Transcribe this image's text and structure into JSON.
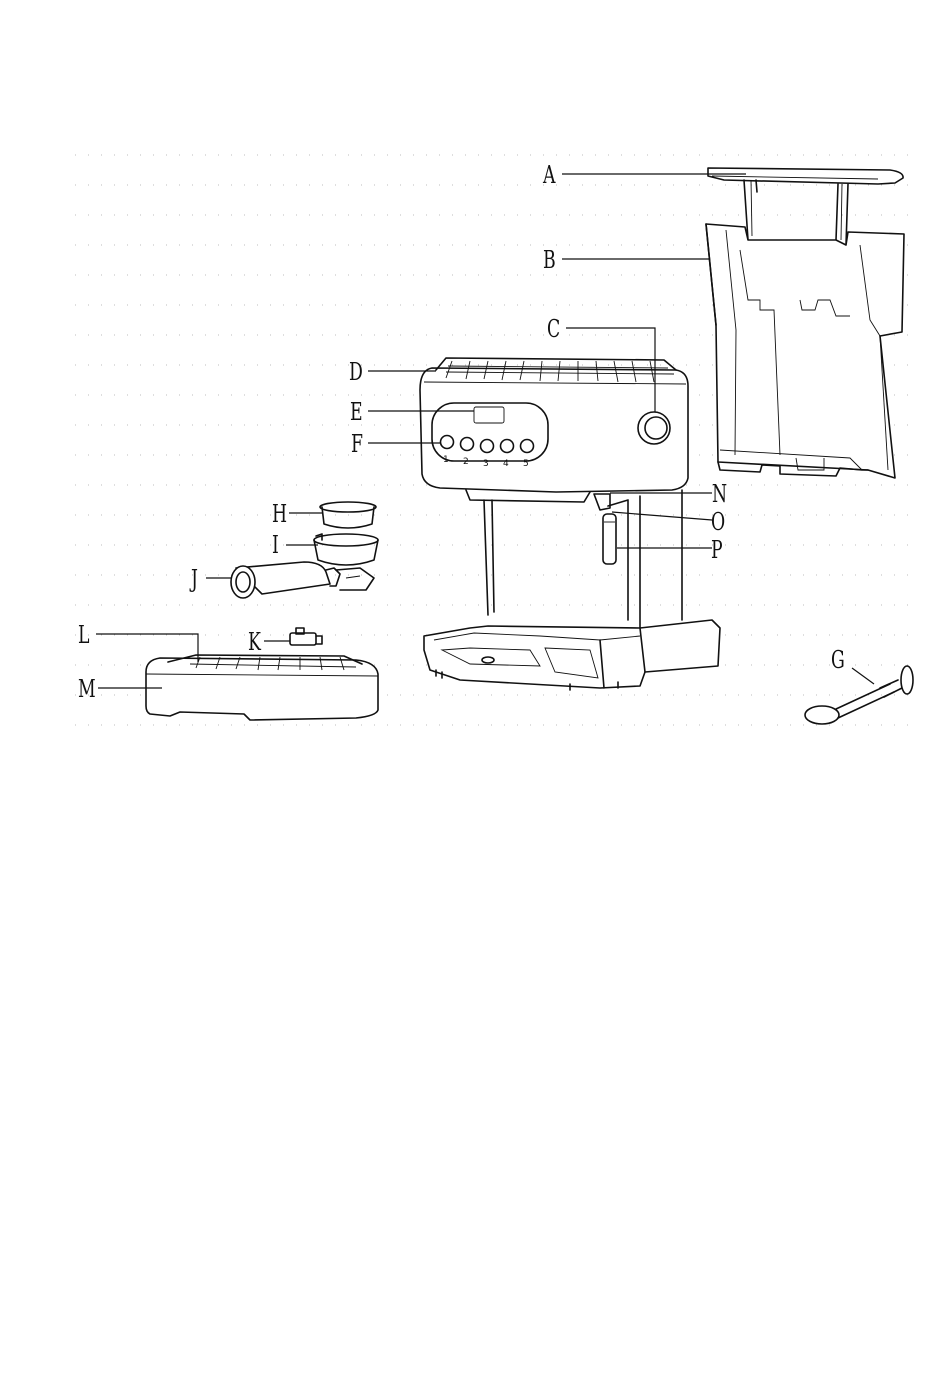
{
  "labels": {
    "A": "A",
    "B": "B",
    "C": "C",
    "D": "D",
    "E": "E",
    "F": "F",
    "G": "G",
    "H": "H",
    "I": "I",
    "J": "J",
    "K": "K",
    "L": "L",
    "M": "M",
    "N": "N",
    "O": "O",
    "P": "P"
  },
  "panel_buttons": [
    "1",
    "2",
    "3",
    "4",
    "5"
  ]
}
